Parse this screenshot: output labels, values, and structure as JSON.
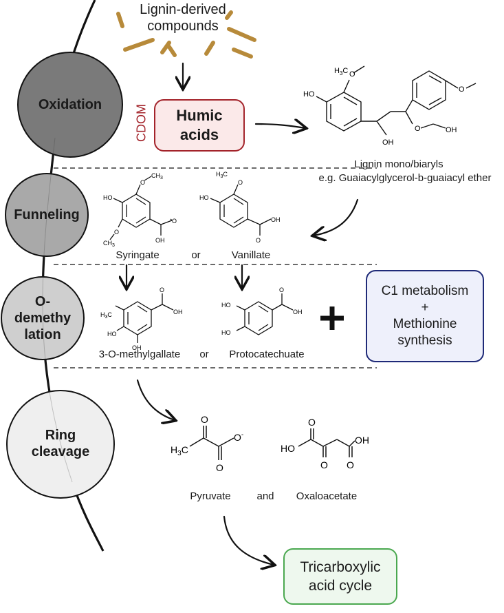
{
  "header": {
    "source_label": "Lignin-derived\ncompounds"
  },
  "stages": {
    "oxidation": "Oxidation",
    "funneling": "Funneling",
    "odemethylation": "O-\ndemethy\nlation",
    "ring_cleavage": "Ring\ncleavage"
  },
  "cdom_label": "CDOM",
  "humic_box": {
    "label": "Humic\nacids",
    "border": "#a3232a",
    "fill": "#fbe9e9"
  },
  "lignin_dimer": {
    "caption_1": "Lignin mono/biaryls",
    "caption_2": "e.g. Guaiacylglycerol-b-guaiacyl ether"
  },
  "funneling": {
    "left": "Syringate",
    "or": "or",
    "right": "Vanillate"
  },
  "demethylation": {
    "left": "3-O-methylgallate",
    "or": "or",
    "right": "Protocatechuate"
  },
  "plus_sign": "+",
  "c1_box": {
    "label": "C1 metabolism\n+\nMethionine\nsynthesis",
    "border": "#1f2a78",
    "fill": "#eef0fb"
  },
  "ring_products": {
    "left": "Pyruvate",
    "and": "and",
    "right": "Oxaloacetate"
  },
  "tca_box": {
    "label": "Tricarboxylic\nacid cycle",
    "border": "#4aa84f",
    "fill": "#eef8ee"
  },
  "atoms": {
    "h3c": "H3C",
    "ho": "HO",
    "oh": "OH",
    "o": "O",
    "ch3": "CH3"
  },
  "colors": {
    "twig": "#b78a3a",
    "circle_dark": "#7a7a7a",
    "circle_mid": "#a9a9a9",
    "circle_light": "#cfcfcf",
    "circle_pale": "#efefef"
  }
}
